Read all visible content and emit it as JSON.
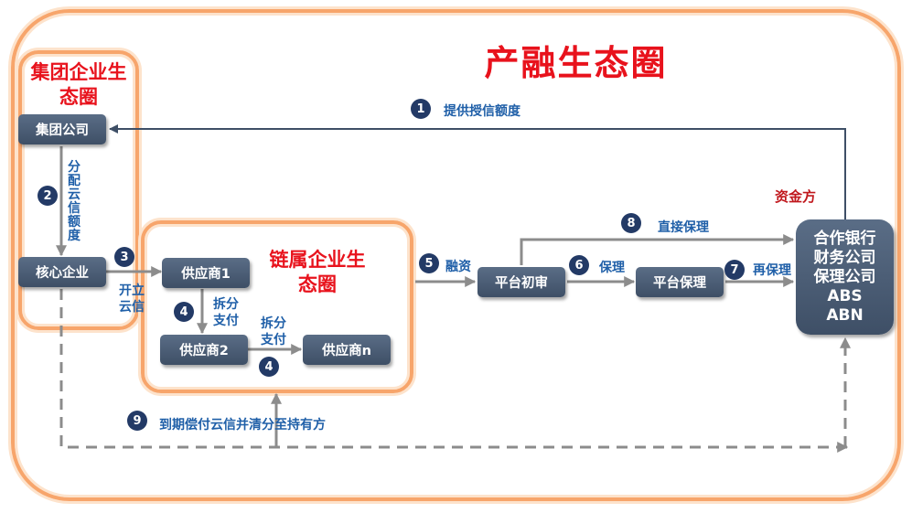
{
  "title": "产融生态圈",
  "group_circle_title": "集团企业生态圈",
  "chain_circle_title": "链属企业生态圈",
  "funder_label": "资金方",
  "nodes": {
    "group_company": "集团公司",
    "core_enterprise": "核心企业",
    "supplier_1": "供应商1",
    "supplier_2": "供应商2",
    "supplier_n": "供应商n",
    "platform_review": "平台初审",
    "platform_factoring": "平台保理",
    "funders": [
      "合作银行",
      "财务公司",
      "保理公司",
      "ABS",
      "ABN"
    ]
  },
  "steps": [
    {
      "num": "1",
      "label": "提供授信额度"
    },
    {
      "num": "2",
      "label": "分配云信额度"
    },
    {
      "num": "3",
      "label": "开立云信"
    },
    {
      "num": "4",
      "label": "拆分支付"
    },
    {
      "num": "4",
      "label": "拆分支付"
    },
    {
      "num": "5",
      "label": "融资"
    },
    {
      "num": "6",
      "label": "保理"
    },
    {
      "num": "7",
      "label": "再保理"
    },
    {
      "num": "8",
      "label": "直接保理"
    },
    {
      "num": "9",
      "label": "到期偿付云信并清分至持有方"
    }
  ],
  "colors": {
    "accent_red": "#e8121c",
    "node_fill": "#4a5b72",
    "label_blue": "#1f5fa8",
    "badge": "#233a66",
    "circle_border": "#f7a56b",
    "arrow": "#8c8c8c"
  }
}
